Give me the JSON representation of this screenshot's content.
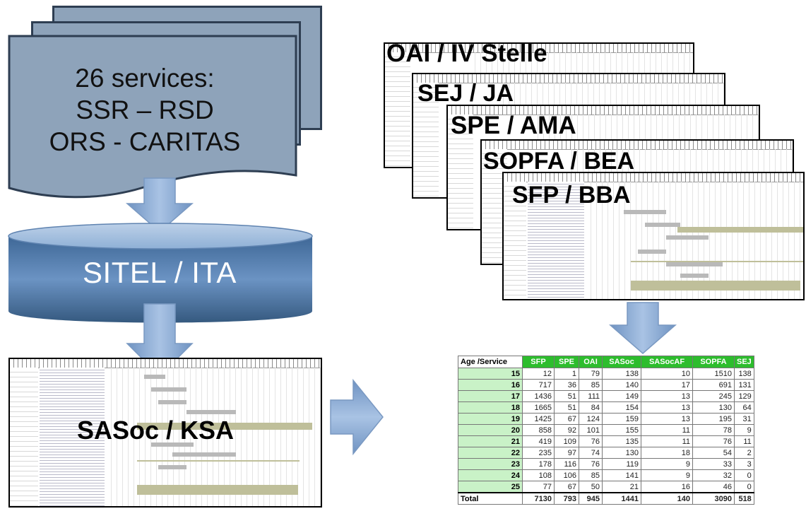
{
  "documents": {
    "lines": [
      "26 services:",
      "SSR – RSD",
      "ORS - CARITAS"
    ]
  },
  "database": {
    "label": "SITEL / ITA"
  },
  "left_sheet": {
    "title": "SASoc / KSA"
  },
  "stacked_sheets": [
    {
      "title": "OAI / IV Stelle"
    },
    {
      "title": "SEJ / JA"
    },
    {
      "title": "SPE / AMA"
    },
    {
      "title": "SOPFA / BEA"
    },
    {
      "title": "SFP / BBA"
    }
  ],
  "table": {
    "header": [
      "Age /Service",
      "SFP",
      "SPE",
      "OAI",
      "SASoc",
      "SASocAF",
      "SOPFA",
      "SEJ"
    ],
    "rows": [
      [
        "15",
        "12",
        "1",
        "79",
        "138",
        "10",
        "1510",
        "138"
      ],
      [
        "16",
        "717",
        "36",
        "85",
        "140",
        "17",
        "691",
        "131"
      ],
      [
        "17",
        "1436",
        "51",
        "111",
        "149",
        "13",
        "245",
        "129"
      ],
      [
        "18",
        "1665",
        "51",
        "84",
        "154",
        "13",
        "130",
        "64"
      ],
      [
        "19",
        "1425",
        "67",
        "124",
        "159",
        "13",
        "195",
        "31"
      ],
      [
        "20",
        "858",
        "92",
        "101",
        "155",
        "11",
        "78",
        "9"
      ],
      [
        "21",
        "419",
        "109",
        "76",
        "135",
        "11",
        "76",
        "11"
      ],
      [
        "22",
        "235",
        "97",
        "74",
        "130",
        "18",
        "54",
        "2"
      ],
      [
        "23",
        "178",
        "116",
        "76",
        "119",
        "9",
        "33",
        "3"
      ],
      [
        "24",
        "108",
        "106",
        "85",
        "141",
        "9",
        "32",
        "0"
      ],
      [
        "25",
        "77",
        "67",
        "50",
        "21",
        "16",
        "46",
        "0"
      ]
    ],
    "total": [
      "Total",
      "7130",
      "793",
      "945",
      "1441",
      "140",
      "3090",
      "518"
    ]
  },
  "colors": {
    "document_fill": "#8ea3ba",
    "arrow_fill": "#8fb0d6",
    "database_fill": "#4f79a8",
    "table_header_green": "#2dbd2d",
    "table_age_green": "#c9f2c7"
  }
}
